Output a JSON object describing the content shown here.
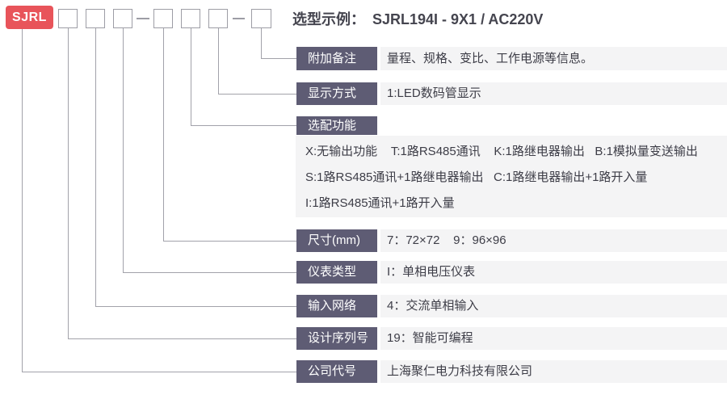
{
  "header": {
    "brand": "SJRL",
    "example_label": "选型示例：",
    "example_value": "SJRL194I - 9X1 / AC220V"
  },
  "colors": {
    "brand_red": "#e8545a",
    "label_box_bg": "#5e5c74",
    "value_bar_bg": "#f4f4f5",
    "connector_line": "#a2a2aa",
    "body_text": "#3d3d47"
  },
  "rows": [
    {
      "label": "附加备注",
      "value": "量程、规格、变比、工作电源等信息。"
    },
    {
      "label": "显示方式",
      "value": "1:LED数码管显示"
    },
    {
      "label": "选配功能",
      "lines": [
        "X:无输出功能    T:1路RS485通讯    K:1路继电器输出   B:1模拟量变送输出",
        "S:1路RS485通讯+1路继电器输出   C:1路继电器输出+1路开入量",
        "I:1路RS485通讯+1路开入量"
      ]
    },
    {
      "label": "尺寸(mm)",
      "value": "7：72×72    9：96×96"
    },
    {
      "label": "仪表类型",
      "value": "I：单相电压仪表"
    },
    {
      "label": "输入网络",
      "value": "4：交流单相输入"
    },
    {
      "label": "设计序列号",
      "value": "19：智能可编程"
    },
    {
      "label": "公司代号",
      "value": "上海聚仁电力科技有限公司"
    }
  ]
}
